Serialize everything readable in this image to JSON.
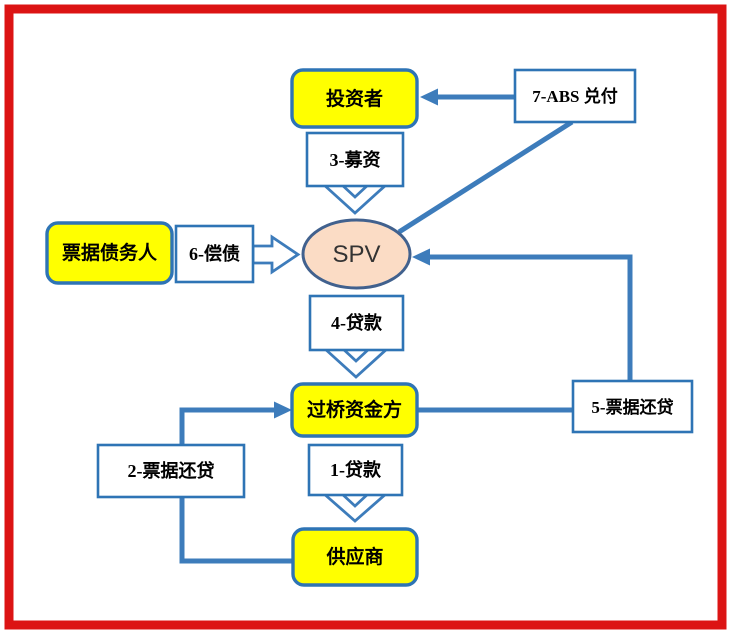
{
  "diagram": {
    "description": "ABS note financing flow diagram",
    "nodes": {
      "investor": {
        "label": "投资者",
        "type": "entity"
      },
      "abs_payment": {
        "label": "7-ABS 兑付",
        "type": "flow-label"
      },
      "fundraising": {
        "label": "3-募资",
        "type": "flow-arrow"
      },
      "spv": {
        "label": "SPV",
        "type": "entity"
      },
      "note_debtor": {
        "label": "票据债务人",
        "type": "entity"
      },
      "debt_repayment": {
        "label": "6-偿债",
        "type": "flow-arrow"
      },
      "loan_4": {
        "label": "4-贷款",
        "type": "flow-arrow"
      },
      "bridge_fund": {
        "label": "过桥资金方",
        "type": "entity"
      },
      "note_repay_5": {
        "label": "5-票据还贷",
        "type": "flow-label"
      },
      "note_repay_2": {
        "label": "2-票据还贷",
        "type": "flow-label"
      },
      "loan_1": {
        "label": "1-贷款",
        "type": "flow-arrow"
      },
      "supplier": {
        "label": "供应商",
        "type": "entity"
      }
    },
    "edges": [
      {
        "from": "abs_payment",
        "to": "investor",
        "style": "arrow"
      },
      {
        "from": "spv",
        "to": "abs_payment",
        "style": "line"
      },
      {
        "from": "investor",
        "to": "spv",
        "via": "fundraising",
        "style": "block-arrow"
      },
      {
        "from": "note_debtor",
        "to": "spv",
        "via": "debt_repayment",
        "style": "block-arrow"
      },
      {
        "from": "spv",
        "to": "bridge_fund",
        "via": "loan_4",
        "style": "block-arrow"
      },
      {
        "from": "bridge_fund",
        "to": "note_repay_5",
        "style": "line"
      },
      {
        "from": "note_repay_5",
        "to": "spv",
        "style": "arrow"
      },
      {
        "from": "bridge_fund",
        "to": "supplier",
        "via": "loan_1",
        "style": "block-arrow"
      },
      {
        "from": "supplier",
        "to": "bridge_fund",
        "via": "note_repay_2",
        "style": "arrow"
      }
    ],
    "colors": {
      "frame_red": "#DC1414",
      "arrow_blue": "#3D7CBB",
      "border_blue": "#2E74B5",
      "node_yellow": "#FFFF00",
      "spv_fill": "#FBDCC5",
      "spv_border": "#41618E",
      "text": "#000000"
    }
  }
}
